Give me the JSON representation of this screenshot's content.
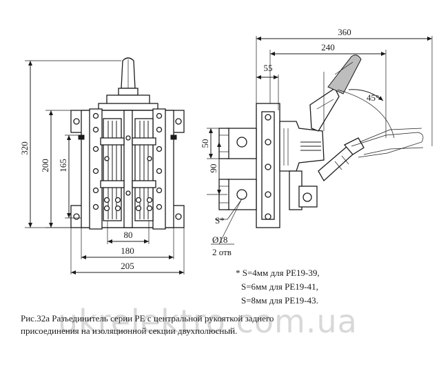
{
  "front_view": {
    "dim_height_total": "320",
    "dim_height_mid": "200",
    "dim_height_inner": "165",
    "dim_width_inner": "80",
    "dim_width_mid": "180",
    "dim_width_total": "205"
  },
  "side_view": {
    "dim_top_total": "360",
    "dim_top_mid": "240",
    "dim_top_short": "55",
    "dim_vert_upper": "50",
    "dim_vert_lower": "90",
    "angle": "45°",
    "label_s": "S*",
    "hole_diameter": "Ø18",
    "hole_count": "2 отв"
  },
  "notes": [
    "* S=4мм для РЕ19-39,",
    "S=6мм для РЕ19-41,",
    "S=8мм для РЕ19-43."
  ],
  "caption": {
    "line1": "Рис.32а Разъединитель серии РЕ с центральной рукояткой заднего",
    "line2": "присоединения на изоляционной секции двухполюсный."
  },
  "watermark": "ukrelektro.com.ua"
}
